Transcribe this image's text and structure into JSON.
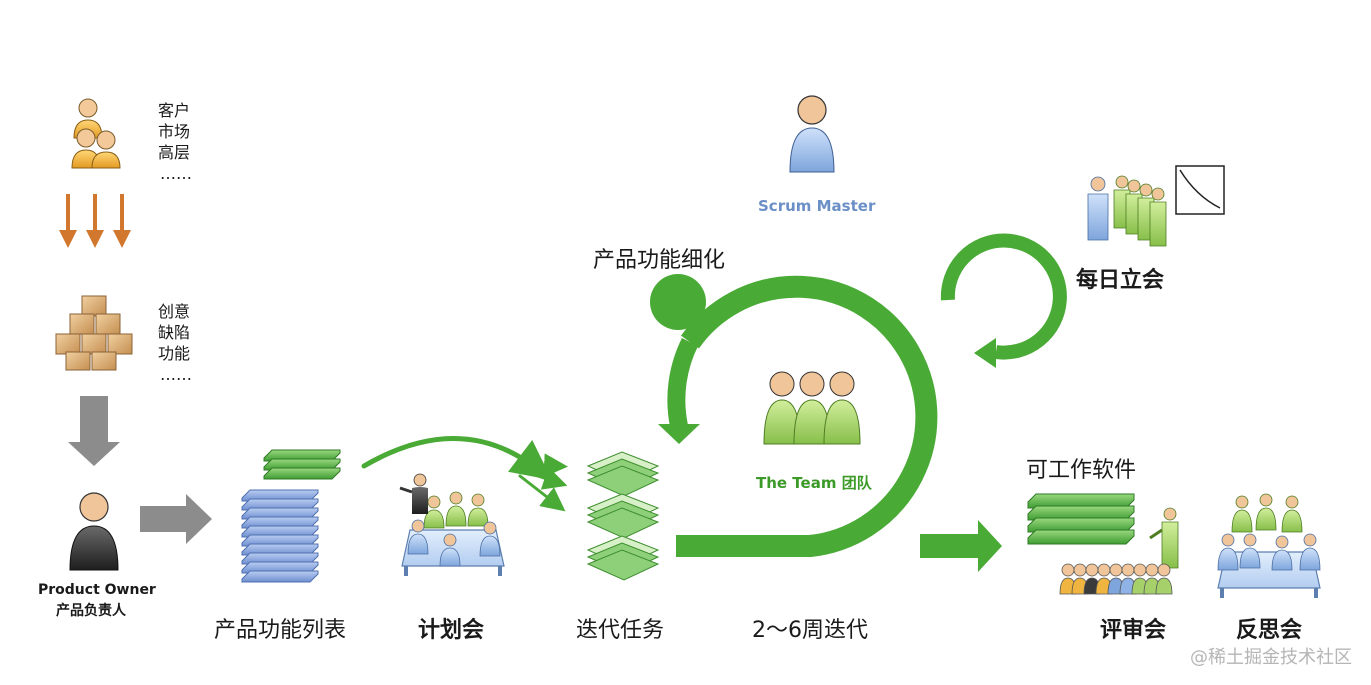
{
  "sources": {
    "stakeholders": [
      "客户",
      "市场",
      "高层",
      "……"
    ],
    "inputs": [
      "创意",
      "缺陷",
      "功能",
      "……"
    ]
  },
  "roles": {
    "product_owner_en": "Product Owner",
    "product_owner_cn": "产品负责人",
    "scrum_master": "Scrum Master",
    "team": "The Team 团队"
  },
  "stages": {
    "backlog": "产品功能列表",
    "planning": "计划会",
    "sprint_tasks": "迭代任务",
    "sprint_length": "2～6周迭代",
    "refinement": "产品功能细化",
    "daily_standup": "每日立会",
    "working_software": "可工作软件",
    "review": "评审会",
    "retrospective": "反思会"
  },
  "watermark": "@稀土掘金技术社区",
  "colors": {
    "accent_green": "#4aaa36",
    "arrow_orange": "#d2772e",
    "arrow_gray": "#8c8c8c",
    "stack_blue": "#7f9fd9",
    "stack_green": "#5cb548",
    "person_gold": "#f0b440",
    "person_dark": "#3b3b3b",
    "person_green": "#a6d16a",
    "person_blue": "#8fb3e6"
  }
}
